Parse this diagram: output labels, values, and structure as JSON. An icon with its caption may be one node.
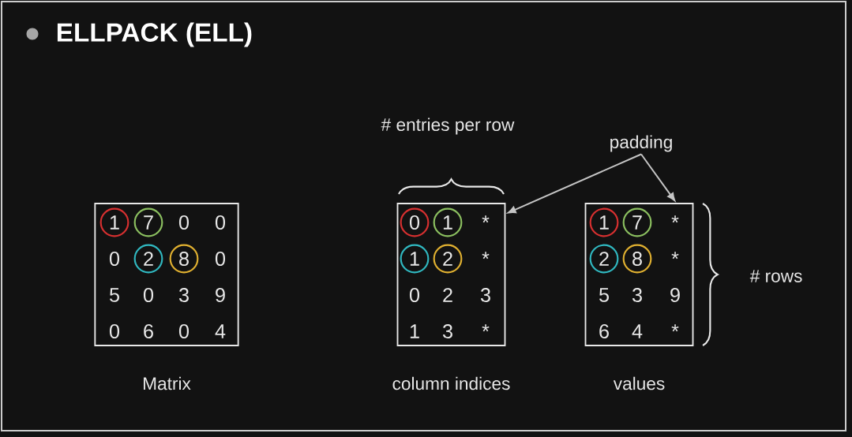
{
  "diagram": {
    "title": "ELLPACK (ELL)",
    "nodes": [
      {
        "text": [],
        "shape": "box",
        "beside": [
          "Matrix"
        ]
      },
      {
        "text": [
          "1"
        ],
        "in": 0
      },
      {
        "text": [
          "7"
        ],
        "in": 0
      },
      {
        "text": [
          "0"
        ],
        "in": 0
      },
      {
        "text": [
          "0"
        ],
        "in": 0
      },
      {
        "text": [
          "0"
        ],
        "in": 0
      },
      {
        "text": [
          "2"
        ],
        "in": 0
      },
      {
        "text": [
          "8"
        ],
        "in": 0
      },
      {
        "text": [
          "0"
        ],
        "in": 0
      },
      {
        "text": [
          "5"
        ],
        "in": 0
      },
      {
        "text": [
          "0"
        ],
        "in": 0
      },
      {
        "text": [
          "3"
        ],
        "in": 0
      },
      {
        "text": [
          "9"
        ],
        "in": 0
      },
      {
        "text": [
          "0"
        ],
        "in": 0
      },
      {
        "text": [
          "6"
        ],
        "in": 0
      },
      {
        "text": [
          "0"
        ],
        "in": 0
      },
      {
        "text": [
          "4"
        ],
        "in": 0
      },
      {
        "text": [],
        "shape": "box",
        "beside": [
          "column indices"
        ]
      },
      {
        "text": [
          "0"
        ],
        "in": 17
      },
      {
        "text": [
          "1"
        ],
        "in": 17
      },
      {
        "text": [
          "*"
        ],
        "in": 17
      },
      {
        "text": [
          "1"
        ],
        "in": 17
      },
      {
        "text": [
          "2"
        ],
        "in": 17
      },
      {
        "text": [
          "*"
        ],
        "in": 17
      },
      {
        "text": [
          "0"
        ],
        "in": 17
      },
      {
        "text": [
          "2"
        ],
        "in": 17
      },
      {
        "text": [
          "3"
        ],
        "in": 17
      },
      {
        "text": [
          "1"
        ],
        "in": 17
      },
      {
        "text": [
          "3"
        ],
        "in": 17
      },
      {
        "text": [
          "*"
        ],
        "in": 17
      },
      {
        "text": [],
        "shape": "box",
        "beside": [
          "values"
        ]
      },
      {
        "text": [
          "1"
        ],
        "in": 30
      },
      {
        "text": [
          "7"
        ],
        "in": 30
      },
      {
        "text": [
          "*"
        ],
        "in": 30
      },
      {
        "text": [
          "2"
        ],
        "in": 30
      },
      {
        "text": [
          "8"
        ],
        "in": 30
      },
      {
        "text": [
          "*"
        ],
        "in": 30
      },
      {
        "text": [
          "5"
        ],
        "in": 30
      },
      {
        "text": [
          "3"
        ],
        "in": 30
      },
      {
        "text": [
          "9"
        ],
        "in": 30
      },
      {
        "text": [
          "6"
        ],
        "in": 30
      },
      {
        "text": [
          "4"
        ],
        "in": 30
      },
      {
        "text": [
          "*"
        ],
        "in": 30
      },
      {
        "text": [
          "padding"
        ]
      }
    ],
    "edges": [
      {
        "from": 43,
        "to": 17,
        "arrow": "to"
      },
      {
        "from": 43,
        "to": 30,
        "arrow": "to"
      }
    ],
    "labels": [
      "# entries per row",
      "# rows"
    ]
  }
}
